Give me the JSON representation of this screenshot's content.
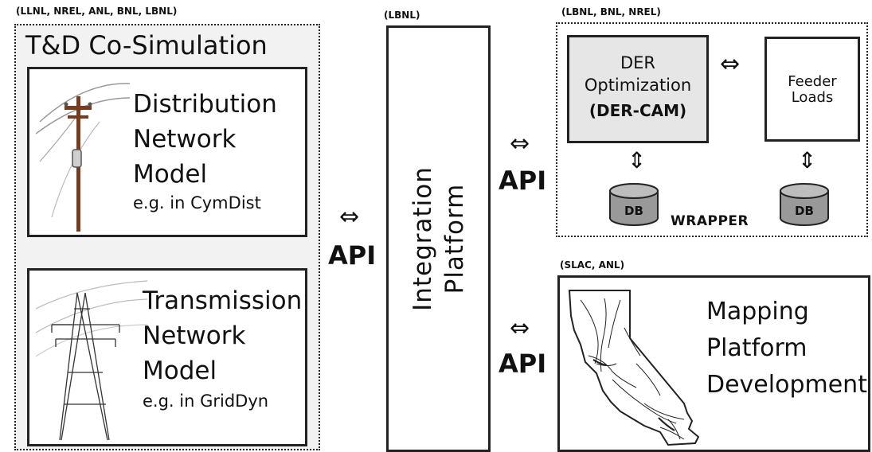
{
  "td": {
    "tag": "(LLNL, NREL, ANL, BNL, LBNL)",
    "title": "T&D Co-Simulation",
    "distribution": {
      "lines": [
        "Distribution",
        "Network",
        "Model"
      ],
      "example": "e.g. in CymDist"
    },
    "transmission": {
      "lines": [
        "Transmission",
        "Network",
        "Model"
      ],
      "example": "e.g. in GridDyn"
    }
  },
  "integration": {
    "tag": "(LBNL)",
    "lines": [
      "Integration",
      "Platform"
    ]
  },
  "wrapper": {
    "tag": "(LBNL, BNL, NREL)",
    "der": {
      "line1": "DER",
      "line2": "Optimization",
      "line3": "(DER-CAM)"
    },
    "feeder": {
      "line1": "Feeder",
      "line2": "Loads"
    },
    "db_label": "DB",
    "label": "WRAPPER"
  },
  "mapping": {
    "tag": "(SLAC, ANL)",
    "lines": [
      "Mapping",
      "Platform",
      "Development"
    ]
  },
  "api_label": "API",
  "arrows": {
    "horizontal": "⇔",
    "vertical": "⇕"
  }
}
